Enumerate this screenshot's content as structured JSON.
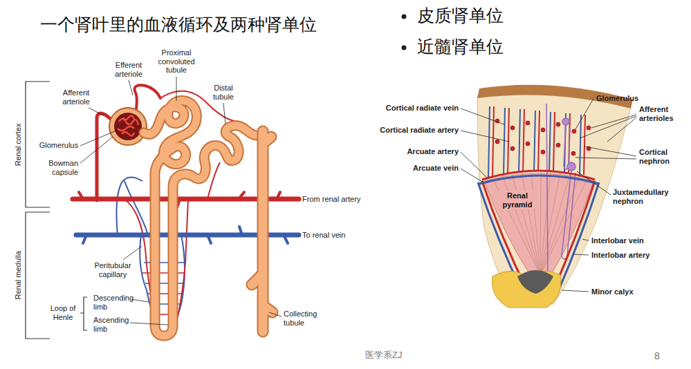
{
  "diagram": {
    "title": "一个肾叶里的血液循环及两种肾单位",
    "labels": [
      "皮质肾单位",
      "近髓肾单位",
      "Efferent arteriole",
      "Proximal convoluted tubule",
      "Distal tubule",
      "Afferent arteriole",
      "Renal cortex",
      "Glomerulus",
      "Bowman capsule",
      "From renal artery",
      "To renal vein",
      "Renal medulla",
      "Peritubular capillary",
      "Descending limb",
      "Loop of Henle",
      "Ascending limb",
      "Collecting tubule",
      "Glomerulus",
      "Cortical radiate vein",
      "Afferent arterioles",
      "Cortical radiate artery",
      "Cortical nephron",
      "Arcuate artery",
      "Arcuate vein",
      "Renal pyramid",
      "Juxtamedullary nephron",
      "Interlobar vein",
      "Interlobar artery",
      "Minor calyx",
      "医学系ZJ",
      "8"
    ]
  }
}
